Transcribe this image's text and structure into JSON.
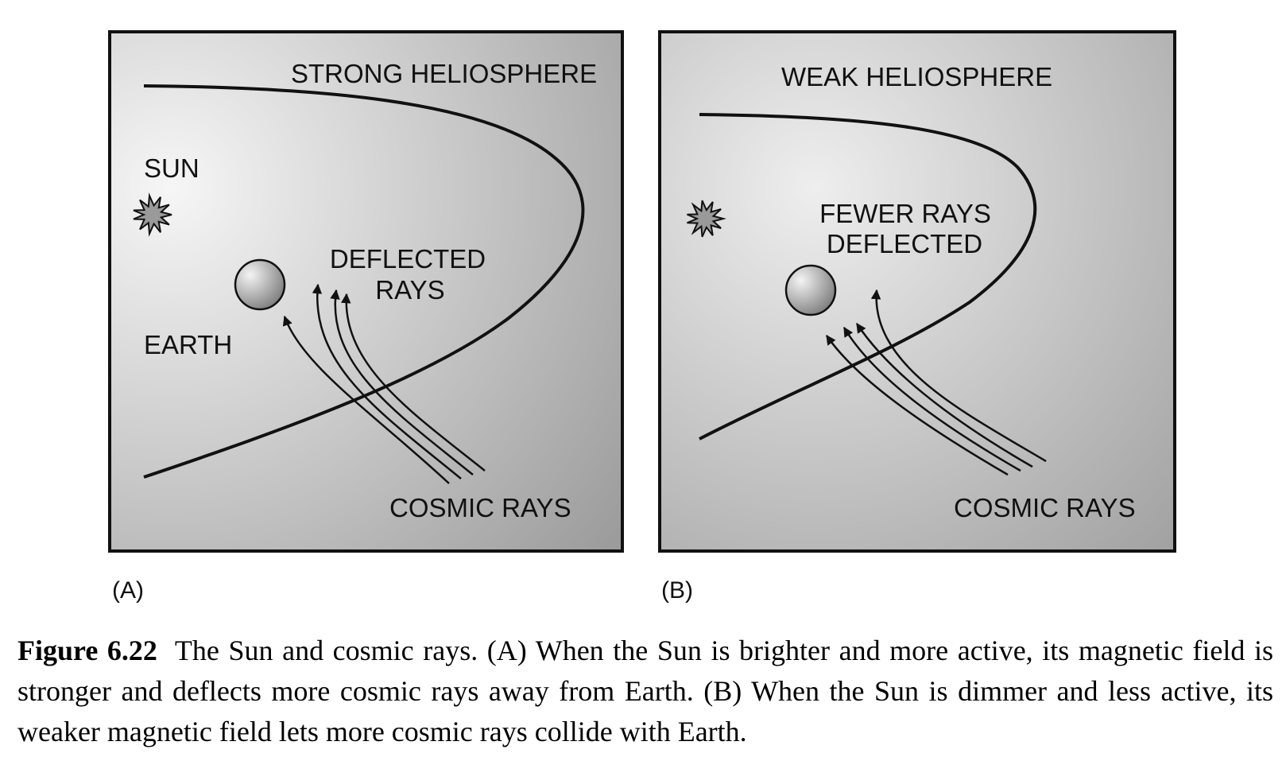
{
  "colors": {
    "panel_light": "#f4f4f4",
    "panel_dark": "#9e9e9e",
    "stroke": "#111111"
  },
  "panels": [
    {
      "letter": "(A)",
      "title": "STRONG HELIOSPHERE",
      "sun_label": "SUN",
      "earth_label": "EARTH",
      "rays_label_line1": "DEFLECTED",
      "rays_label_line2": "RAYS",
      "cosmic_label": "COSMIC RAYS"
    },
    {
      "letter": "(B)",
      "title": "WEAK HELIOSPHERE",
      "rays_label_line1": "FEWER RAYS",
      "rays_label_line2": "DEFLECTED",
      "cosmic_label": "COSMIC RAYS"
    }
  ],
  "caption": {
    "figure_number": "Figure 6.22",
    "text": "The Sun and cosmic rays. (A) When the Sun is brighter and more active, its magnetic field is stronger and deflects more cosmic rays away from Earth. (B) When the Sun is dimmer and less active, its weaker magnetic field lets more cosmic rays collide with Earth."
  }
}
